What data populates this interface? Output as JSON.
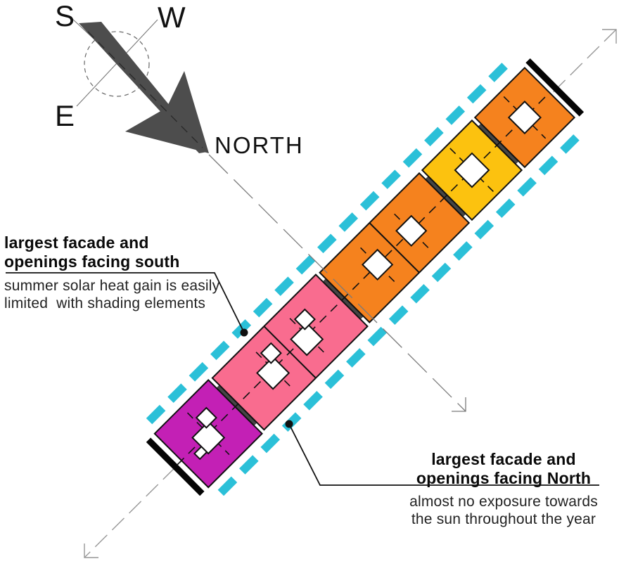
{
  "compass": {
    "south_label": "S",
    "west_label": "W",
    "east_label": "E",
    "north_label": "NORTH"
  },
  "annotation_south": {
    "title_line1": "largest facade and",
    "title_line2": "openings facing south",
    "body_line1": "summer solar heat gain is easily",
    "body_line2": "limited  with shading elements"
  },
  "annotation_north": {
    "title_line1": "largest facade and",
    "title_line2": "openings facing North",
    "body_line1": "almost no exposure towards",
    "body_line2": "the sun throughout the year"
  },
  "strip": {
    "order_from_south_end": [
      "magenta block",
      "pink double block",
      "orange double block",
      "yellow block",
      "orange end block"
    ],
    "connector_count": 4,
    "shading_bars": [
      "south-west end",
      "north-east end"
    ]
  },
  "colors": {
    "magenta": "#c320b5",
    "pink": "#f96c8f",
    "orange": "#f5821e",
    "yellow": "#fcc20f",
    "connector": "#454545",
    "cyan": "#2bc0d8",
    "arrow": "#4d4d4d",
    "white": "#ffffff",
    "bar": "#050505"
  }
}
